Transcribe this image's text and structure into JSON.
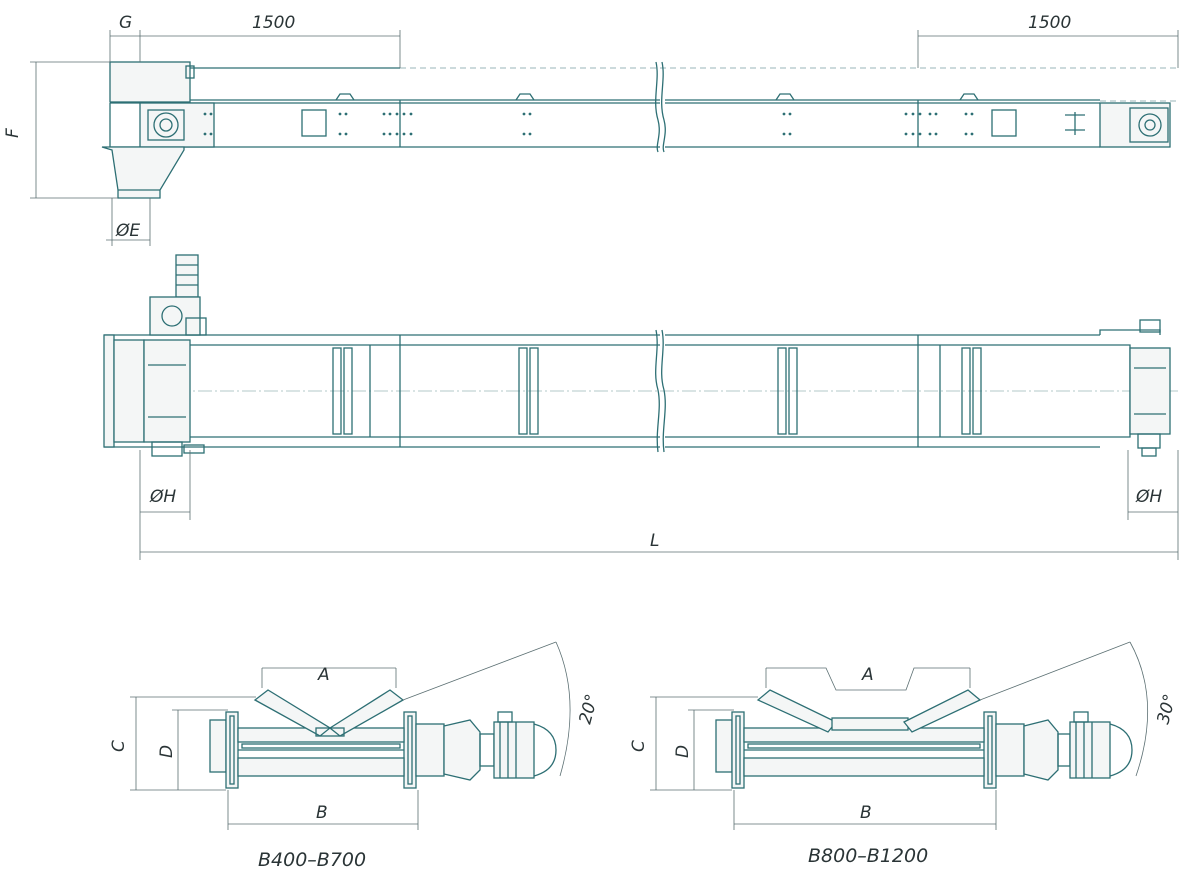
{
  "top_view": {
    "dim_g": "G",
    "dim_1500_left": "1500",
    "dim_1500_right": "1500",
    "dim_f": "F",
    "dim_e": "ØE"
  },
  "side_view": {
    "dim_h_left": "ØH",
    "dim_h_right": "ØH",
    "dim_l": "L"
  },
  "section_left": {
    "dim_a": "A",
    "dim_b": "B",
    "dim_c": "C",
    "dim_d": "D",
    "angle": "20°",
    "caption": "B400–B700"
  },
  "section_right": {
    "dim_a": "A",
    "dim_b": "B",
    "dim_c": "C",
    "dim_d": "D",
    "angle": "30°",
    "caption": "B800–B1200"
  },
  "colors": {
    "line": "#2d6f74",
    "dimension": "#5b6f72"
  }
}
